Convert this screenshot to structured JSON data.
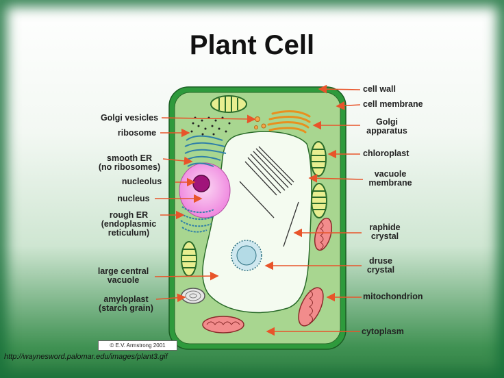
{
  "title": "Plant Cell",
  "labels": {
    "golgi_vesicles": "Golgi vesicles",
    "ribosome": "ribosome",
    "smooth_er": "smooth ER\n(no ribosomes)",
    "nucleolus": "nucleolus",
    "nucleus": "nucleus",
    "rough_er": "rough ER\n(endoplasmic\nreticulum)",
    "large_central_vacuole": "large central\nvacuole",
    "amyloplast": "amyloplast\n(starch grain)",
    "cell_wall": "cell wall",
    "cell_membrane": "cell membrane",
    "golgi_apparatus": "Golgi\napparatus",
    "chloroplast": "chloroplast",
    "vacuole_membrane": "vacuole\nmembrane",
    "raphide_crystal": "raphide\ncrystal",
    "druse_crystal": "druse\ncrystal",
    "mitochondrion": "mitochondrion",
    "cytoplasm": "cytoplasm"
  },
  "credit": "© E.V. Armstrong 2001",
  "source_url": "http://waynesword.palomar.edu/images/plant3.gif",
  "colors": {
    "arrow": "#e8542a",
    "cell_wall": "#2e9a3c",
    "cytoplasm": "#a8d690",
    "vacuole": "#f4fbf0",
    "nucleus": "#f08ae0",
    "nucleolus": "#a0147a"
  }
}
